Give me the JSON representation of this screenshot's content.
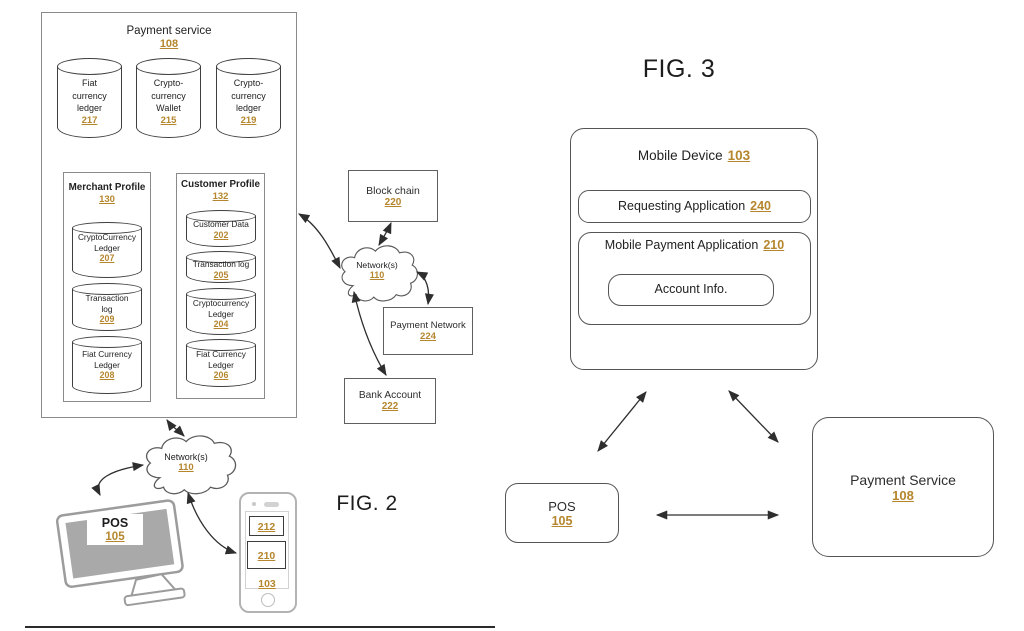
{
  "colors": {
    "reference_number": "#b5862d",
    "line": "#2e2e2e"
  },
  "fig2": {
    "label": "FIG. 2",
    "payment_service": {
      "title": "Payment service",
      "num": "108",
      "cylinders": [
        {
          "label": "Fiat\ncurrency\nledger",
          "num": "217"
        },
        {
          "label": "Crypto-\ncurrency\nWallet",
          "num": "215"
        },
        {
          "label": "Crypto-\ncurrency\nledger",
          "num": "219"
        }
      ]
    },
    "merchant_profile": {
      "title": "Merchant Profile",
      "num": "130",
      "cylinders": [
        {
          "label": "CryptoCurrency\nLedger",
          "num": "207"
        },
        {
          "label": "Transaction\nlog",
          "num": "209"
        },
        {
          "label": "Fiat Currency\nLedger",
          "num": "208"
        }
      ]
    },
    "customer_profile": {
      "title": "Customer Profile",
      "num": "132",
      "cylinders": [
        {
          "label": "Customer Data",
          "num": "202"
        },
        {
          "label": "Transaction log",
          "num": "205"
        },
        {
          "label": "Cryptocurrency\nLedger",
          "num": "204"
        },
        {
          "label": "Fiat Currency\nLedger",
          "num": "206"
        }
      ]
    },
    "block_chain": {
      "title": "Block chain",
      "num": "220"
    },
    "network_mid": {
      "title": "Network(s)",
      "num": "110"
    },
    "payment_network": {
      "title": "Payment Network",
      "num": "224"
    },
    "bank_account": {
      "title": "Bank Account",
      "num": "222"
    },
    "network_bottom": {
      "title": "Network(s)",
      "num": "110"
    },
    "pos": {
      "title": "POS",
      "num": "105"
    },
    "phone": {
      "num_top": "212",
      "num_mid": "210",
      "num_bottom": "103"
    }
  },
  "fig3": {
    "label": "FIG. 3",
    "mobile_device": {
      "title": "Mobile Device",
      "num": "103"
    },
    "requesting_app": {
      "title": "Requesting Application",
      "num": "240"
    },
    "mobile_payment_app": {
      "title": "Mobile Payment Application",
      "num": "210"
    },
    "account_info": {
      "title": "Account Info."
    },
    "pos": {
      "title": "POS",
      "num": "105"
    },
    "payment_service": {
      "title": "Payment Service",
      "num": "108"
    }
  }
}
